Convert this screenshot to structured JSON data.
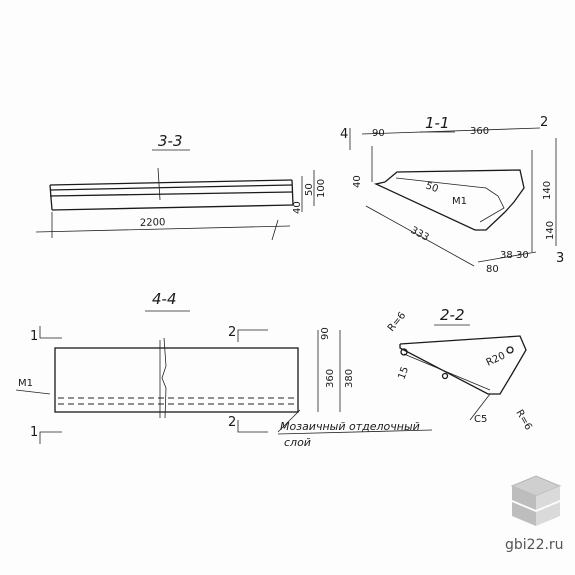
{
  "sections": {
    "s33": {
      "title": "3-3",
      "length": "2200",
      "d40": "40",
      "d50": "50",
      "d100": "100"
    },
    "s11": {
      "title": "1-1",
      "cut": "4",
      "cut2": "2",
      "cut3": "3",
      "d90": "90",
      "d360": "360",
      "d40": "40",
      "d50": "50",
      "d140": "140",
      "d333": "333",
      "d80": "80",
      "d38": "38",
      "d30": "30",
      "d140b": "140",
      "m1": "M1"
    },
    "s44": {
      "title": "4-4",
      "cut1": "1",
      "cut2": "2",
      "d90": "90",
      "d360": "360",
      "d380": "380",
      "m1": "M1",
      "note1": "Мозаичный отделочный",
      "note2": "слой"
    },
    "s22": {
      "title": "2-2",
      "r6": "R=6",
      "r20": "R20",
      "r6b": "R=6",
      "d15": "15",
      "c5": "C5"
    }
  },
  "watermark": {
    "text": "gbi22.ru"
  }
}
